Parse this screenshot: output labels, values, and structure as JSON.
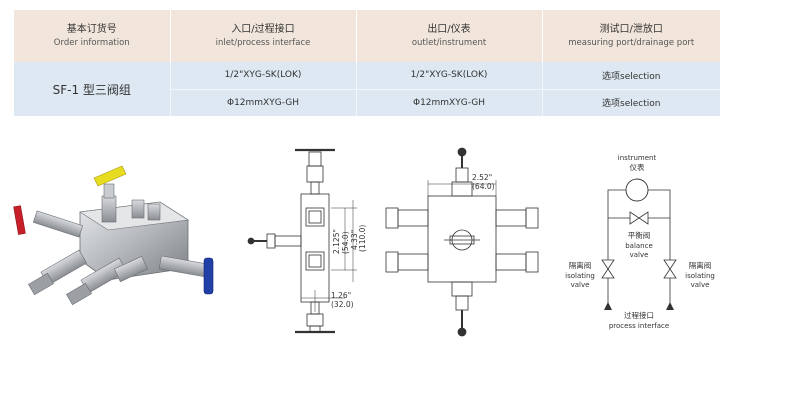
{
  "table": {
    "headers": [
      {
        "cn": "基本订货号",
        "en": "Order information"
      },
      {
        "cn": "入口/过程接口",
        "en": "inlet/process interface"
      },
      {
        "cn": "出口/仪表",
        "en": "outlet/instrument"
      },
      {
        "cn": "测试口/泄放口",
        "en": "measuring port/drainage port"
      }
    ],
    "model": "SF-1 型三阀组",
    "rows": [
      {
        "inlet": "1/2\"XYG-SK(LOK)",
        "outlet": "1/2\"XYG-SK(LOK)",
        "port": "选项selection"
      },
      {
        "inlet": "Φ12mmXYG-GH",
        "outlet": "Φ12mmXYG-GH",
        "port": "选项selection"
      }
    ]
  },
  "side_drawing": {
    "dim_height_in": "2.125\"",
    "dim_height_mm": "(54.0)",
    "dim_total_in": "4.33\"",
    "dim_total_mm": "(110.0)",
    "dim_offset_in": "1.26\"",
    "dim_offset_mm": "(32.0)"
  },
  "front_drawing": {
    "dim_in": "2.52\"",
    "dim_mm": "(64.0)"
  },
  "schematic": {
    "instrument_en": "instrument",
    "instrument_cn": "仪表",
    "balance_cn": "平衡阀",
    "balance_en1": "balance",
    "balance_en2": "valve",
    "isolating_left_cn": "隔离阀",
    "isolating_left_en1": "isolating",
    "isolating_left_en2": "valve",
    "isolating_right_cn": "隔离阀",
    "isolating_right_en1": "isolating",
    "isolating_right_en2": "valve",
    "process_cn": "过程接口",
    "process_en": "process interface"
  },
  "colors": {
    "header_bg": "#f2e6dc",
    "row_bg": "#dde8f2",
    "handle_yellow": "#e8dc20",
    "handle_red": "#c8202a",
    "handle_blue": "#2040a8",
    "steel": "#b8bcc0"
  }
}
